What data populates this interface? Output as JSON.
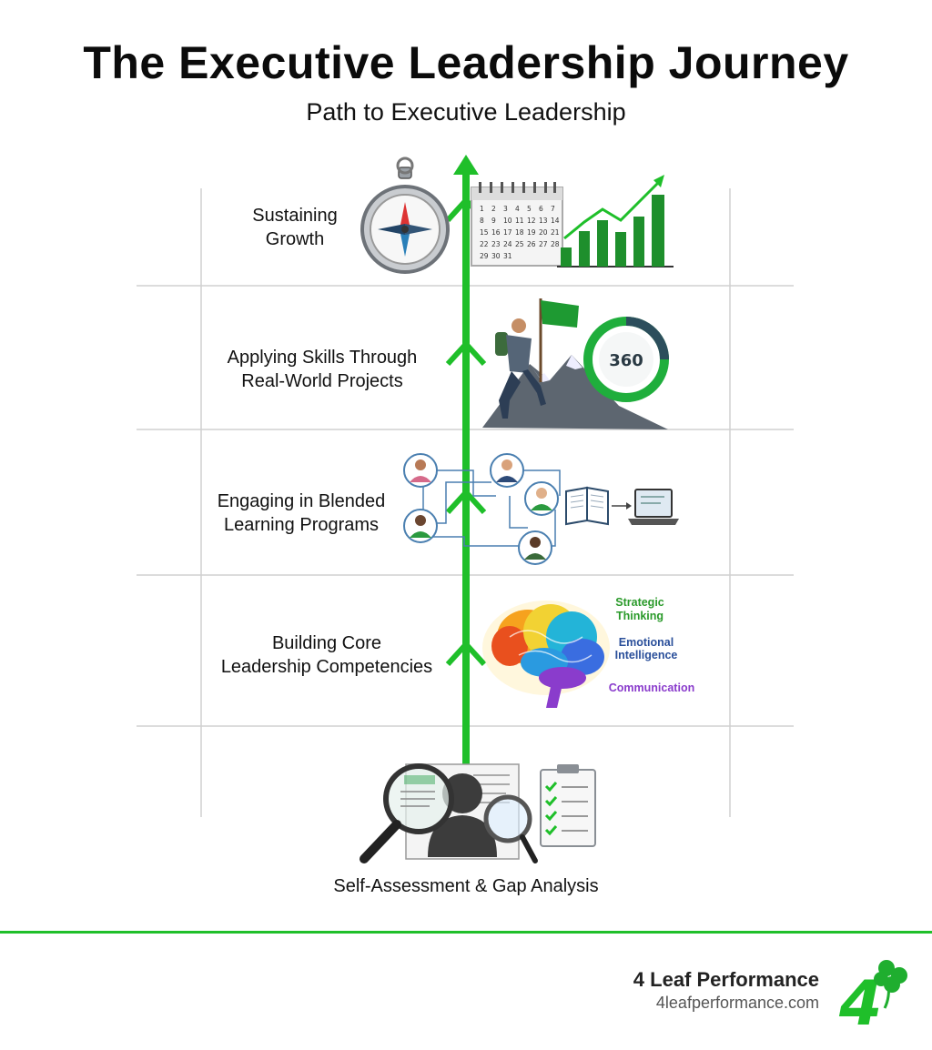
{
  "header": {
    "title": "The Executive Leadership Journey",
    "subtitle": "Path to Executive Leadership"
  },
  "stages": [
    {
      "label_line1": "Sustaining",
      "label_line2": "Growth"
    },
    {
      "label_line1": "Applying Skills Through",
      "label_line2": "Real-World Projects"
    },
    {
      "label_line1": "Engaging in Blended",
      "label_line2": "Learning Programs"
    },
    {
      "label_line1": "Building Core",
      "label_line2": "Leadership Competencies"
    }
  ],
  "foundation": {
    "label": "Self-Assessment & Gap Analysis"
  },
  "badge_360": "360",
  "brain_tags": {
    "strategic_line1": "Strategic",
    "strategic_line2": "Thinking",
    "emotional_line1": "Emotional",
    "emotional_line2": "Intelligence",
    "communication": "Communication"
  },
  "calendar_days": [
    "1",
    "2",
    "3",
    "4",
    "5",
    "6",
    "7",
    "8",
    "9",
    "10",
    "11",
    "12",
    "13",
    "14",
    "15",
    "16",
    "17",
    "18",
    "19",
    "20",
    "21",
    "22",
    "23",
    "24",
    "25",
    "26",
    "27",
    "28",
    "29",
    "30",
    "31"
  ],
  "brand": {
    "name": "4 Leaf Performance",
    "url": "4leafperformance.com",
    "logo_digit": "4"
  },
  "colors": {
    "accent_green": "#1fbf2a",
    "grid_gray": "#d0d0d0"
  }
}
